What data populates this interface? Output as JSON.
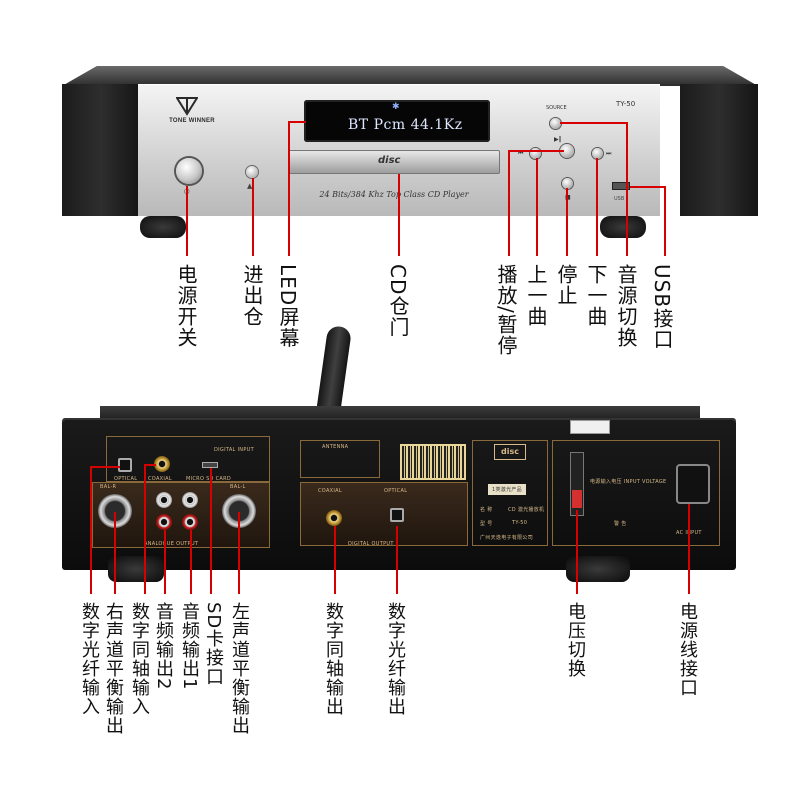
{
  "front": {
    "brand": "TONE WINNER",
    "model": "TY-50",
    "source_label": "SOURCE",
    "display_text": "BT  Pcm 44.1Kz",
    "tray_logo": "disc",
    "caption": "24 Bits/384 Khz Top Class CD Player",
    "usb_label": "USB"
  },
  "front_labels": {
    "power": "电源开关",
    "eject": "进出仓",
    "led": "LED屏幕",
    "cd_tray": "CD仓门",
    "play_pause": "播放/暂停",
    "prev": "上一曲",
    "stop": "停止",
    "next": "下一曲",
    "source": "音源切换",
    "usb": "USB接口"
  },
  "back": {
    "digital_input": "DIGITAL INPUT",
    "optical": "OPTICAL",
    "coaxial": "COAXIAL",
    "micro_sd": "MICRO SD CARD",
    "bal_r": "BAL-R",
    "bal_l": "BAL-L",
    "analogue_output": "ANALOGUE OUTPUT",
    "antenna": "ANTENNA",
    "out_coaxial": "COAXIAL",
    "out_optical": "OPTICAL",
    "digital_output": "DIGITAL OUTPUT",
    "product_label": "1类激光产品",
    "name_label": "名 称",
    "name_value": "CD 激光播放机",
    "model_label": "型 号",
    "model_value": "TY-50",
    "maker": "广州天逸电子有限公司",
    "input_voltage": "电源输入电压 INPUT VOLTAGE",
    "ac_input": "AC INPUT",
    "warning": "警 告"
  },
  "back_labels": {
    "optical_in": "数字光纤输入",
    "bal_right": "右声道平衡输出",
    "coax_in": "数字同轴输入",
    "audio_out2": "音频输出2",
    "audio_out1": "音频输出1",
    "sd_card": "SD卡接口",
    "bal_left": "左声道平衡输出",
    "coax_out": "数字同轴输出",
    "optical_out": "数字光纤输出",
    "voltage_switch": "电压切换",
    "power_socket": "电源线接口"
  },
  "colors": {
    "callout_line": "#d60000",
    "panel_accent": "#8a6a3a"
  }
}
